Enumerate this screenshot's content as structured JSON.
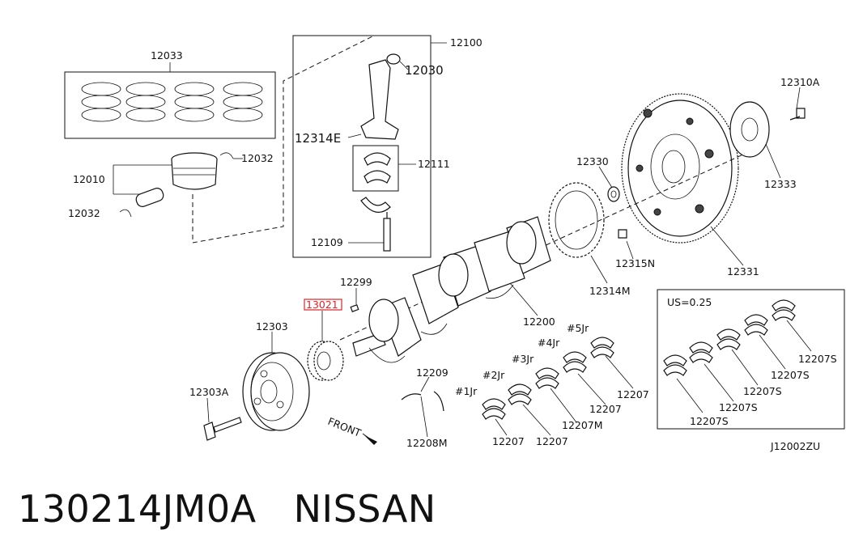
{
  "diagram": {
    "labels": {
      "p12033": "12033",
      "p12100": "12100",
      "p12030": "12030",
      "p12314E": "12314E",
      "p12032a": "12032",
      "p12010": "12010",
      "p12032b": "12032",
      "p12111": "12111",
      "p12109": "12109",
      "p12330": "12330",
      "p12310A": "12310A",
      "p12333": "12333",
      "p12315N": "12315N",
      "p12331": "12331",
      "p12314M": "12314M",
      "p12299": "12299",
      "p13021": "13021",
      "p12200": "12200",
      "p12303": "12303",
      "p12303A": "12303A",
      "p12209": "12209",
      "p12208M": "12208M",
      "jr5": "#5Jr",
      "jr4": "#4Jr",
      "jr3": "#3Jr",
      "jr2": "#2Jr",
      "jr1": "#1Jr",
      "p12207a": "12207",
      "p12207b": "12207",
      "p12207M": "12207M",
      "p12207c": "12207",
      "p12207d": "12207",
      "us": "US=0.25",
      "s1": "12207S",
      "s2": "12207S",
      "s3": "12207S",
      "s4": "12207S",
      "s5": "12207S",
      "front": "FRONT",
      "code": "J12002ZU"
    },
    "highlight_color": "#d8262c"
  },
  "caption": {
    "part_number": "130214JM0A",
    "brand": "NISSAN"
  }
}
